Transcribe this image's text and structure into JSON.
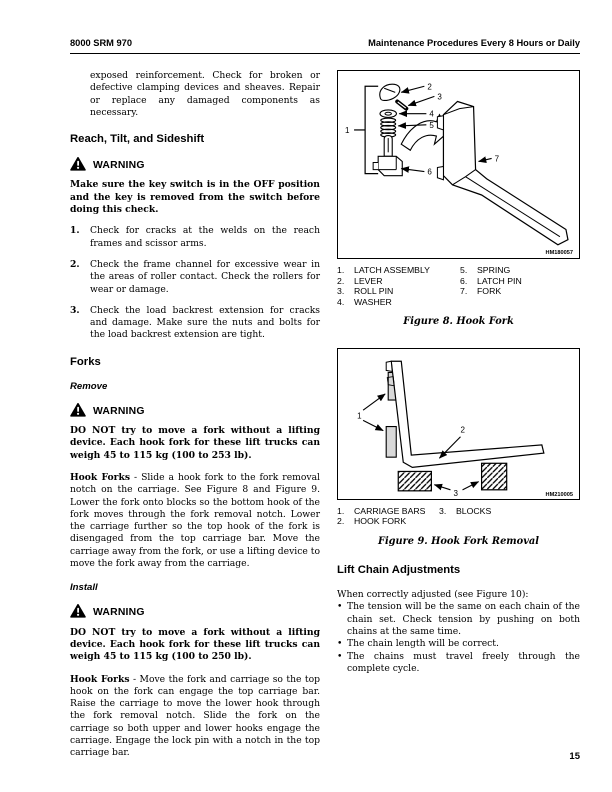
{
  "header": {
    "left_title": "8000 SRM 970",
    "right_title": "Maintenance Procedures Every 8 Hours or Daily"
  },
  "footer": {
    "page_number": "15"
  },
  "left_column": {
    "continued_paragraph": "exposed reinforcement. Check for broken or defective clamping devices and sheaves. Repair or replace any damaged components as necessary.",
    "reach_section": {
      "heading": "Reach, Tilt, and Sideshift",
      "warning_label": "WARNING",
      "warning_text": "Make sure the key switch is in the OFF position and the key is removed from the switch before doing this check.",
      "steps": [
        {
          "num": "1.",
          "text": "Check for cracks at the welds on the reach frames and scissor arms."
        },
        {
          "num": "2.",
          "text": "Check the frame channel for excessive wear in the areas of roller contact. Check the rollers for wear or damage."
        },
        {
          "num": "3.",
          "text": "Check the load backrest extension for cracks and damage. Make sure the nuts and bolts for the load backrest extension are tight."
        }
      ]
    },
    "forks_section": {
      "heading": "Forks",
      "remove": {
        "subheading": "Remove",
        "warning_label": "WARNING",
        "warning_text": "DO NOT try to move a fork without a lifting device. Each hook fork for these lift trucks can weigh 45 to 115 kg (100 to 253 lb).",
        "para_lead": "Hook Forks",
        "para_text": " - Slide a hook fork to the fork removal notch on the carriage. See Figure 8 and Figure 9. Lower the fork onto blocks so the bottom hook of the fork moves through the fork removal notch. Lower the carriage further so the top hook of the fork is disengaged from the top carriage bar. Move the carriage away from the fork, or use a lifting device to move the fork away from the carriage."
      },
      "install": {
        "subheading": "Install",
        "warning_label": "WARNING",
        "warning_text": "DO NOT try to move a fork without a lifting device. Each hook fork for these lift trucks can weigh 45 to 115 kg (100 to 250 lb).",
        "para_lead": "Hook Forks",
        "para_text": " - Move the fork and carriage so the top hook on the fork can engage the top carriage bar. Raise the carriage to move the lower hook through the fork removal notch. Slide the fork on the carriage so both upper and lower hooks engage the carriage. Engage the lock pin with a notch in the top carriage bar."
      }
    }
  },
  "right_column": {
    "fig8": {
      "callouts": {
        "c1": "1",
        "c2": "2",
        "c3": "3",
        "c4": "4",
        "c5": "5",
        "c6": "6",
        "c7": "7"
      },
      "code": "HM180057",
      "legend_col1": [
        {
          "n": "1.",
          "label": "LATCH ASSEMBLY"
        },
        {
          "n": "2.",
          "label": "LEVER"
        },
        {
          "n": "3.",
          "label": "ROLL PIN"
        },
        {
          "n": "4.",
          "label": "WASHER"
        }
      ],
      "legend_col2": [
        {
          "n": "5.",
          "label": "SPRING"
        },
        {
          "n": "6.",
          "label": "LATCH PIN"
        },
        {
          "n": "7.",
          "label": "FORK"
        }
      ],
      "caption": "Figure 8. Hook Fork"
    },
    "fig9": {
      "callouts": {
        "c1": "1",
        "c2": "2",
        "c3": "3"
      },
      "code": "HM210005",
      "legend_col1": [
        {
          "n": "1.",
          "label": "CARRIAGE BARS"
        },
        {
          "n": "2.",
          "label": "HOOK FORK"
        }
      ],
      "legend_col2": [
        {
          "n": "3.",
          "label": "BLOCKS"
        }
      ],
      "caption": "Figure 9. Hook Fork Removal"
    },
    "lift_chain_section": {
      "heading": "Lift Chain Adjustments",
      "intro": "When correctly adjusted (see Figure 10):",
      "bullet_char": "•",
      "bullets": [
        "The tension will be the same on each chain of the chain set. Check tension by pushing on both chains at the same time.",
        "The chain length will be correct.",
        "The chains must travel freely through the complete cycle."
      ]
    }
  }
}
